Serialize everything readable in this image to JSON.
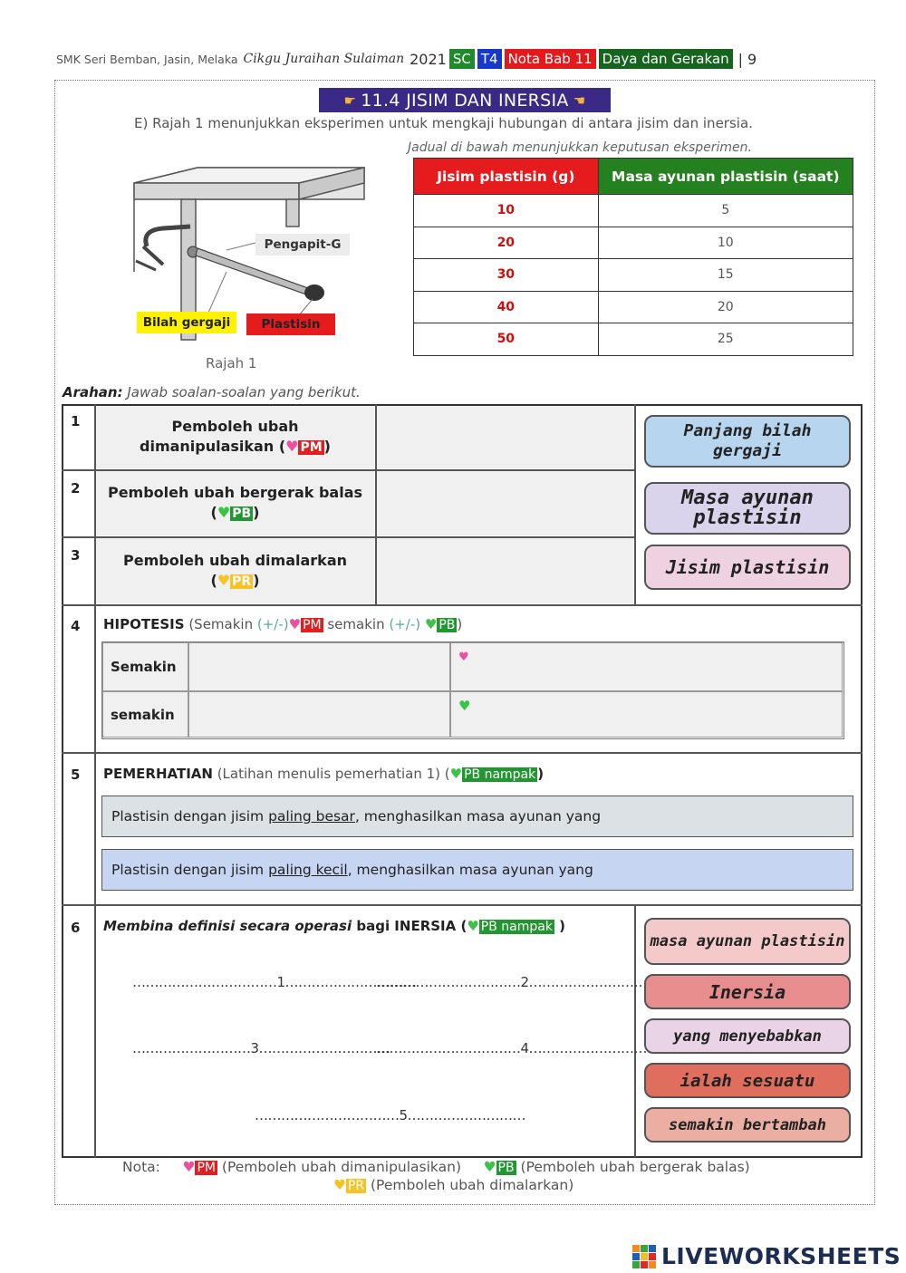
{
  "header": {
    "school": "SMK Seri Bemban, Jasin, Melaka",
    "teacher": "Cikgu Juraihan Sulaiman",
    "year": "2021",
    "tag_sc": "SC",
    "tag_t4": "T4",
    "tag_nota": "Nota Bab 11",
    "tag_topic": "Daya dan Gerakan",
    "page": "| 9"
  },
  "title": "11.4 JISIM DAN INERSIA",
  "intro": "E) Rajah 1 menunjukkan eksperimen untuk mengkaji hubungan di antara jisim dan inersia.",
  "table_caption": "Jadual di bawah menunjukkan keputusan eksperimen.",
  "results_table": {
    "headers": [
      "Jisim plastisin (g)",
      "Masa ayunan plastisin (saat)"
    ],
    "rows": [
      [
        "10",
        "5"
      ],
      [
        "20",
        "10"
      ],
      [
        "30",
        "15"
      ],
      [
        "40",
        "20"
      ],
      [
        "50",
        "25"
      ]
    ]
  },
  "figure": {
    "label_clamp": "Pengapit-G",
    "label_blade": "Bilah gergaji",
    "label_plasticine": "Plastisin",
    "caption": "Rajah 1"
  },
  "instruction": {
    "bold": "Arahan:",
    "text": " Jawab soalan-soalan yang berikut."
  },
  "questions": {
    "q1": {
      "num": "1",
      "line1": "Pemboleh ubah",
      "line2": "dimanipulasikan (",
      "tag": "PM",
      "close": ")"
    },
    "q2": {
      "num": "2",
      "line1": "Pemboleh ubah bergerak balas",
      "line2": "(",
      "tag": "PB",
      "close": ")"
    },
    "q3": {
      "num": "3",
      "line1": "Pemboleh ubah dimalarkan",
      "line2": "(",
      "tag": "PR",
      "close": ")"
    },
    "q4": {
      "num": "4",
      "title": "HIPOTESIS",
      "open": " (Semakin ",
      "pm_sign": "(+/-)",
      "mid": " semakin ",
      "pb_sign": "(+/-) ",
      "tag_pm": "PM",
      "tag_pb": "PB",
      "close": ")",
      "word1": "Semakin",
      "word2": "semakin"
    },
    "q5": {
      "num": "5",
      "title": "PEMERHATIAN",
      "sub": " (Latihan menulis pemerhatian 1)  (",
      "tag": "PB nampak",
      "close": ")",
      "obs1_pre": "Plastisin dengan jisim ",
      "obs1_u": "paling besar",
      "obs1_post": ", menghasilkan masa ayunan yang",
      "obs2_pre": "Plastisin dengan jisim ",
      "obs2_u": "paling kecil",
      "obs2_post": ", menghasilkan masa ayunan yang"
    },
    "q6": {
      "num": "6",
      "italic": "Membina definisi secara operasi",
      "rest": " bagi INERSIA (",
      "tag": "PB nampak",
      "close": " )",
      "blank1": "……………………………1…………………………",
      "blank2": "……………………………2…………………………",
      "blank3": "………………………3…………………………",
      "blank4": "……………………………4…………………………",
      "blank5": "……………………………5………………………"
    }
  },
  "chips_top": [
    "Panjang bilah gergaji",
    "Masa ayunan plastisin",
    "Jisim plastisin"
  ],
  "chips_bottom": [
    "masa ayunan plastisin",
    "Inersia",
    "yang menyebabkan",
    "ialah sesuatu",
    "semakin bertambah"
  ],
  "colors": {
    "chip_blue": "#b7d5ee",
    "chip_lilac": "#d9d3ec",
    "chip_pink": "#efd2e2",
    "chip_b1": "#f3c9c9",
    "chip_b2": "#e88d8d",
    "chip_b3": "#e9d3e6",
    "chip_b4": "#df6e5e",
    "chip_b5": "#eaaea2",
    "obs1": "#dbe1e4",
    "obs2": "#c6d6f2"
  },
  "nota": {
    "label": "Nota:",
    "pm": "PM",
    "pm_text": " (Pemboleh ubah dimanipulasikan)",
    "pb": "PB",
    "pb_text": " (Pemboleh ubah bergerak balas)",
    "pr": "PR",
    "pr_text": " (Pemboleh ubah dimalarkan)"
  },
  "watermark": "LIVEWORKSHEETS"
}
